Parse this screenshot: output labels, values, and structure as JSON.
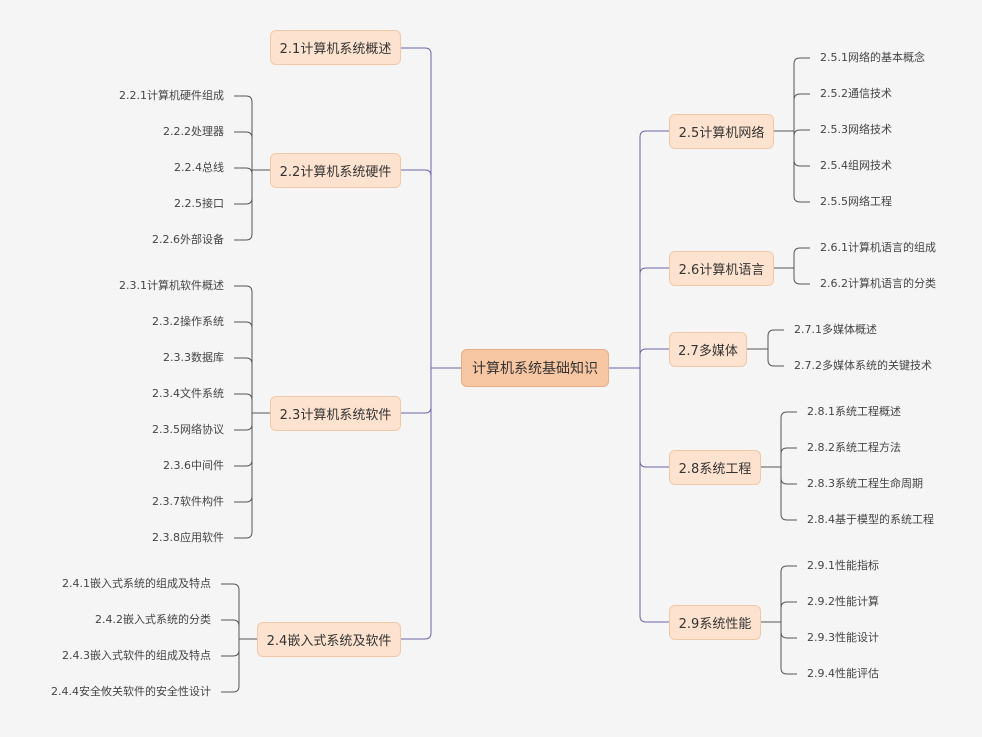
{
  "mindmap": {
    "root": {
      "label": "计算机系统基础知识"
    },
    "left": [
      {
        "label": "2.1计算机系统概述",
        "children": []
      },
      {
        "label": "2.2计算机系统硬件",
        "children": [
          "2.2.1计算机硬件组成",
          "2.2.2处理器",
          "2.2.4总线",
          "2.2.5接口",
          "2.2.6外部设备"
        ]
      },
      {
        "label": "2.3计算机系统软件",
        "children": [
          "2.3.1计算机软件概述",
          "2.3.2操作系统",
          "2.3.3数据库",
          "2.3.4文件系统",
          "2.3.5网络协议",
          "2.3.6中间件",
          "2.3.7软件构件",
          "2.3.8应用软件"
        ]
      },
      {
        "label": "2.4嵌入式系统及软件",
        "children": [
          "2.4.1嵌入式系统的组成及特点",
          "2.4.2嵌入式系统的分类",
          "2.4.3嵌入式软件的组成及特点",
          "2.4.4安全攸关软件的安全性设计"
        ]
      }
    ],
    "right": [
      {
        "label": "2.5计算机网络",
        "children": [
          "2.5.1网络的基本概念",
          "2.5.2通信技术",
          "2.5.3网络技术",
          "2.5.4组网技术",
          "2.5.5网络工程"
        ]
      },
      {
        "label": "2.6计算机语言",
        "children": [
          "2.6.1计算机语言的组成",
          "2.6.2计算机语言的分类"
        ]
      },
      {
        "label": "2.7多媒体",
        "children": [
          "2.7.1多媒体概述",
          "2.7.2多媒体系统的关键技术"
        ]
      },
      {
        "label": "2.8系统工程",
        "children": [
          "2.8.1系统工程概述",
          "2.8.2系统工程方法",
          "2.8.3系统工程生命周期",
          "2.8.4基于模型的系统工程"
        ]
      },
      {
        "label": "2.9系统性能",
        "children": [
          "2.9.1性能指标",
          "2.9.2性能计算",
          "2.9.3性能设计",
          "2.9.4性能评估"
        ]
      }
    ]
  },
  "colors": {
    "line": "#6b63a8",
    "leaf_line": "#555555"
  }
}
